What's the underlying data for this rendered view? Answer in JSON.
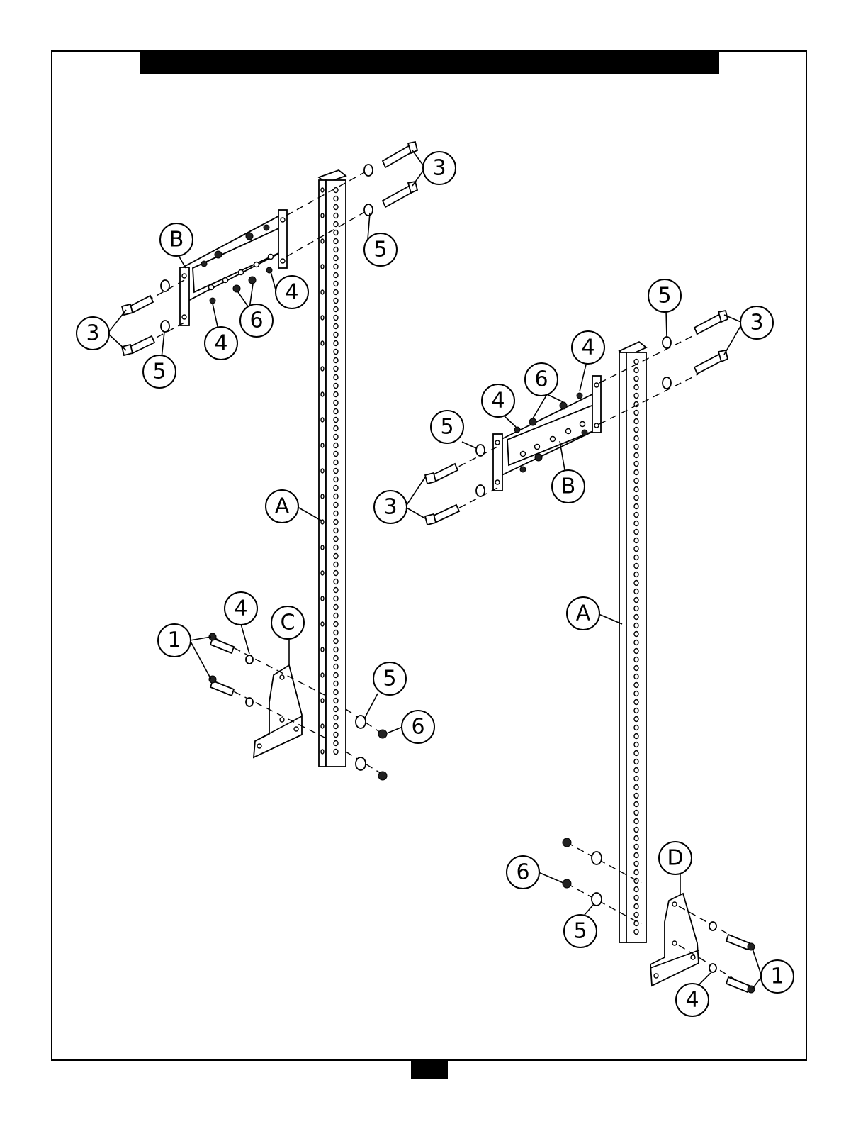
{
  "page": {
    "title": "",
    "page_number": ""
  },
  "callouts": {
    "left": {
      "B": "B",
      "A": "A",
      "C": "C",
      "three_top": "3",
      "five_top": "5",
      "four_right": "4",
      "six_mid": "6",
      "four_bot": "4",
      "three_left": "3",
      "five_left": "5",
      "four_c": "4",
      "one_c": "1",
      "five_c": "5",
      "six_c": "6"
    },
    "right": {
      "five_top": "5",
      "three_top": "3",
      "four_top": "4",
      "six_top": "6",
      "four_left": "4",
      "five_left": "5",
      "three_left": "3",
      "B": "B",
      "A": "A",
      "D": "D",
      "six_d": "6",
      "five_d": "5",
      "one_d": "1",
      "four_d": "4"
    }
  }
}
